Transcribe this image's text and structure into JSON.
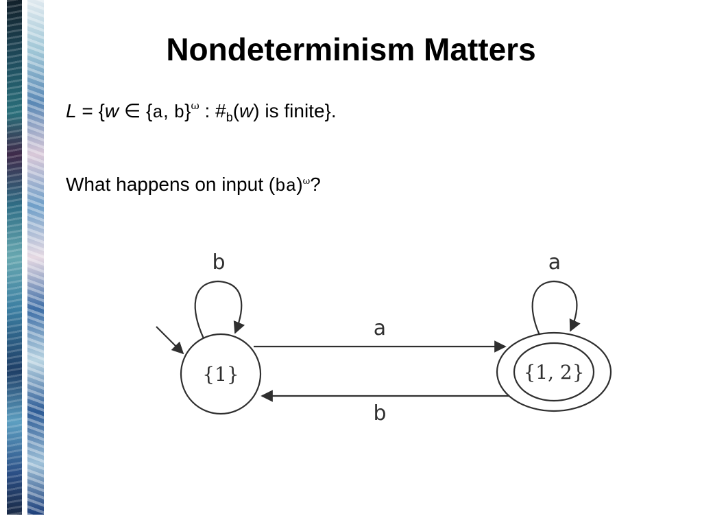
{
  "slide": {
    "title": "Nondeterminism Matters",
    "definition": {
      "L": "L",
      "eq_open": " = {",
      "w": "w",
      "in_sym": " ∈ {",
      "a": "a",
      "comma": ", ",
      "b": "b",
      "close_brace": "}",
      "omega": "ω",
      "colon_hash": " : #",
      "sub_b": "b",
      "paren_open": "(",
      "w2": "w",
      "tail": ") is finite}."
    },
    "question": {
      "prefix": "What happens on input (",
      "word": "ba",
      "close": ")",
      "omega": "ω",
      "qmark": "?"
    }
  },
  "diagram": {
    "states": [
      {
        "id": "s1",
        "label": "{1}",
        "initial": true,
        "accepting": false
      },
      {
        "id": "s12",
        "label": "{1, 2}",
        "initial": false,
        "accepting": true
      }
    ],
    "transitions": [
      {
        "from": "s1",
        "to": "s1",
        "label": "b"
      },
      {
        "from": "s12",
        "to": "s12",
        "label": "a"
      },
      {
        "from": "s1",
        "to": "s12",
        "label": "a"
      },
      {
        "from": "s12",
        "to": "s1",
        "label": "b"
      }
    ],
    "colors": {
      "stroke": "#2f2f2f",
      "text": "#2f2f2f"
    }
  }
}
